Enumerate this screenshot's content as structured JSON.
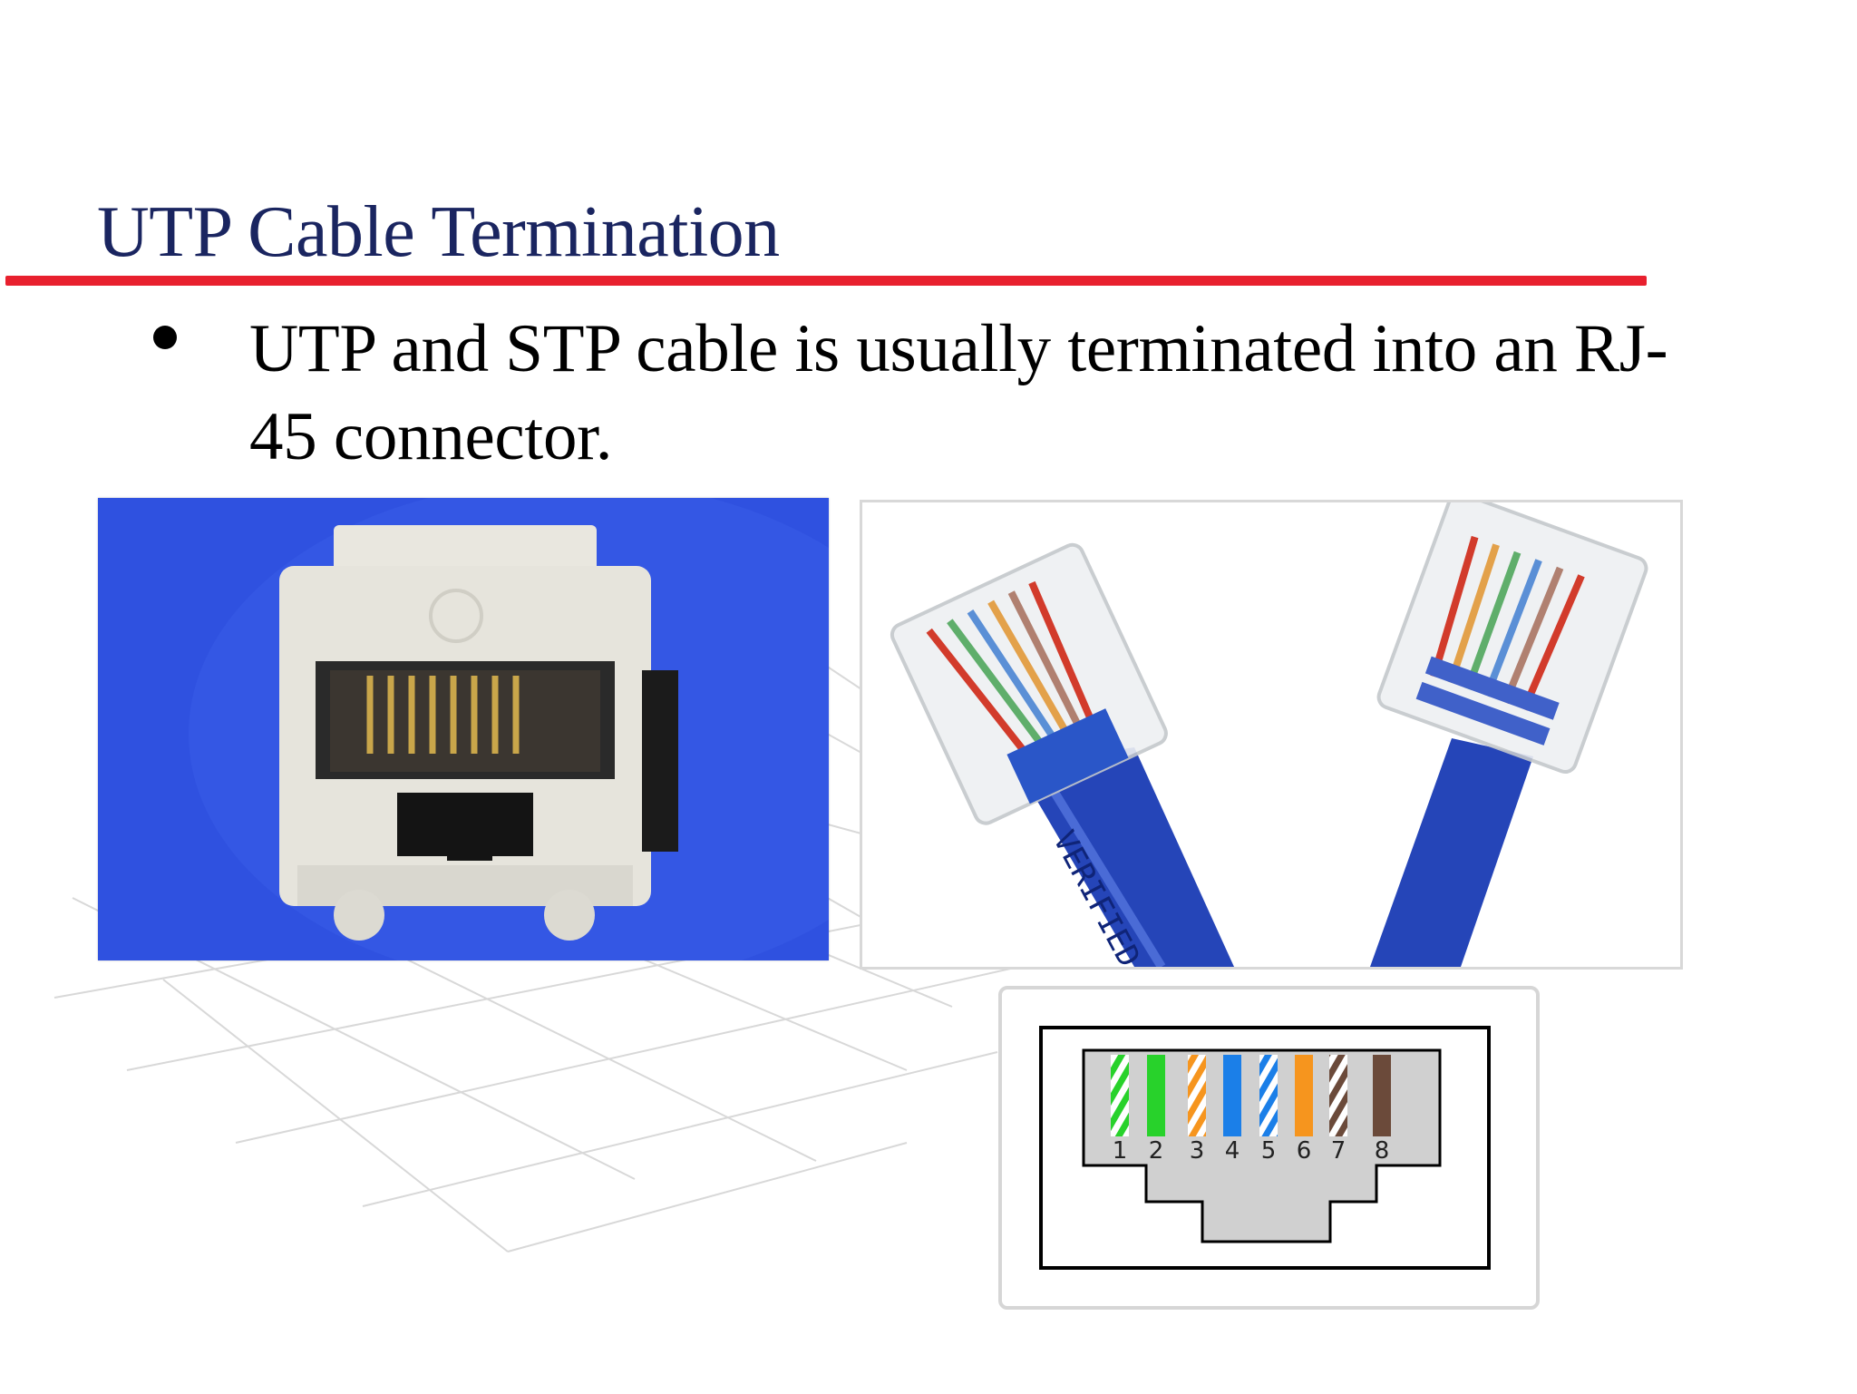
{
  "slide": {
    "title": "UTP Cable Termination",
    "title_color": "#1a2560",
    "rule_color": "#e8202e",
    "bullets": [
      "UTP and STP cable is usually terminated into an RJ-45 connector."
    ]
  },
  "figures": {
    "jack_photo": {
      "icon": "rj45-keystone-jack",
      "background_color": "#2f51e0"
    },
    "plug_photo": {
      "icon": "rj45-plugs-on-blue-cable",
      "cable_color": "#2545b8",
      "jacket_print": "VERIFIED"
    },
    "pinout": {
      "icon": "rj45-pinout-diagram",
      "pins": [
        {
          "number": "1",
          "color": "#28d22b",
          "striped": true
        },
        {
          "number": "2",
          "color": "#28d22b",
          "striped": false
        },
        {
          "number": "3",
          "color": "#f6951e",
          "striped": true
        },
        {
          "number": "4",
          "color": "#1b7fe8",
          "striped": false
        },
        {
          "number": "5",
          "color": "#1b7fe8",
          "striped": true
        },
        {
          "number": "6",
          "color": "#f6951e",
          "striped": false
        },
        {
          "number": "7",
          "color": "#6b4a3a",
          "striped": true
        },
        {
          "number": "8",
          "color": "#6b4a3a",
          "striped": false
        }
      ]
    }
  }
}
